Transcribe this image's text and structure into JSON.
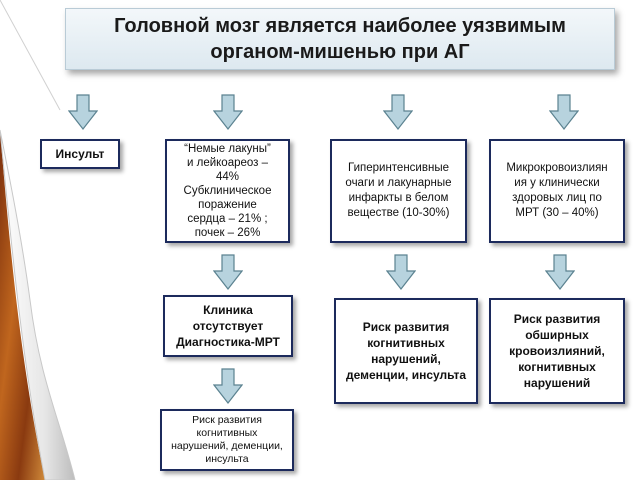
{
  "title": "Головной мозг является наиболее уязвимым\nорганом-мишенью при АГ",
  "nodes": {
    "stroke": "Инсульт",
    "lacunes": "“Немые лакуны”\nи лейкоареоз –\n44%\nСубклиническое\nпоражение\nсердца – 21% ;\nпочек – 26%",
    "hyperintense": "Гиперинтенсивные\nочаги и лакунарные\nинфаркты в белом\nвеществе (10-30%)",
    "microbleeds": "Микрокровоизлиян\nия у клинически\nздоровых лиц по\nМРТ (30 – 40%)",
    "clinic": "Клиника\nотсутствует\nДиагностика-МРТ",
    "risk_cognitive_dementia_stroke": "Риск развития\nкогнитивных\nнарушений,\nдеменции, инсульта",
    "risk_extensive_bleeds": "Риск развития\nобширных\nкровоизлияний,\nкогнитивных\nнарушений",
    "risk_small": "Риск развития\nкогнитивных\nнарушений, деменции,\nинсульта"
  },
  "colors": {
    "node_border": "#1c2a5c",
    "arrow_fill": "#b7d3de",
    "arrow_stroke": "#5b8290"
  }
}
